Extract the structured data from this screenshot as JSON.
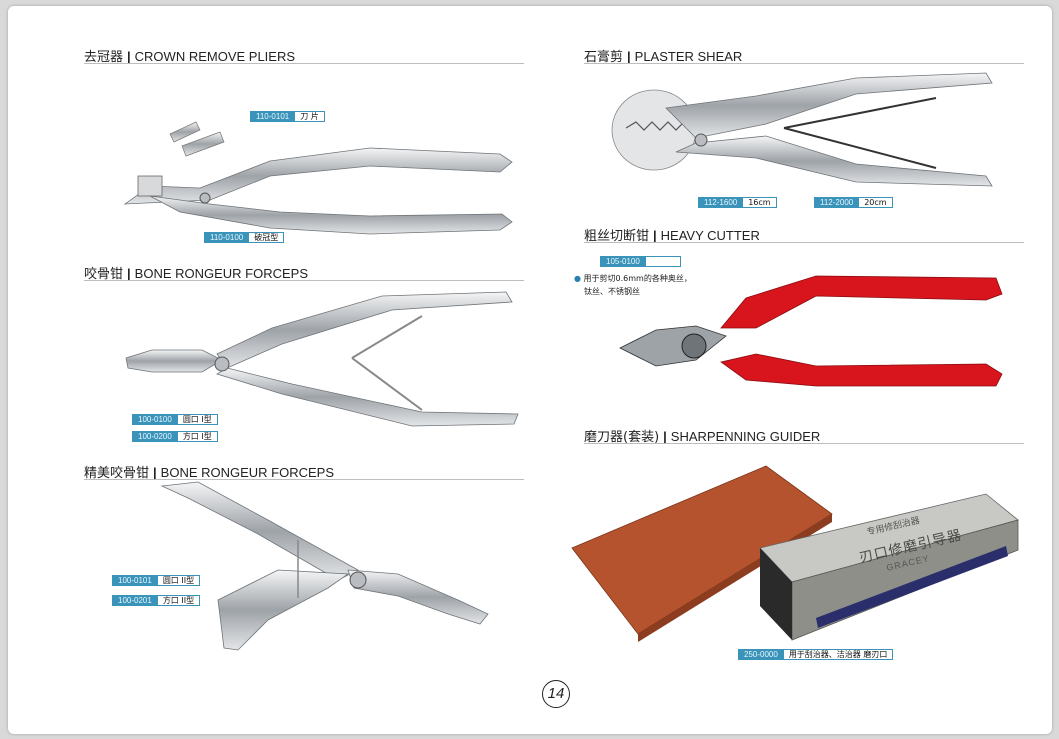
{
  "sections": {
    "crown": {
      "zh": "去冠器",
      "en": "CROWN REMOVE PLIERS",
      "codes": [
        {
          "num": "110-0101",
          "label": "刀 片"
        },
        {
          "num": "110-0100",
          "label": "破冠型"
        }
      ]
    },
    "plaster": {
      "zh": "石膏剪",
      "en": "PLASTER SHEAR",
      "codes": [
        {
          "num": "112-1600",
          "label": "16cm"
        },
        {
          "num": "112-2000",
          "label": "20cm"
        }
      ]
    },
    "rongeur1": {
      "zh": "咬骨钳",
      "en": "BONE RONGEUR FORCEPS",
      "codes": [
        {
          "num": "100-0100",
          "label": "圆口 I型"
        },
        {
          "num": "100-0200",
          "label": "方口 I型"
        }
      ]
    },
    "cutter": {
      "zh": "粗丝切断钳",
      "en": "HEAVY CUTTER",
      "codes": [
        {
          "num": "105-0100",
          "label": ""
        }
      ],
      "note_line1": "用于剪切0.6mm的各种奥丝，",
      "note_line2": "钛丝、不锈钢丝"
    },
    "rongeur2": {
      "zh": "精美咬骨钳",
      "en": "BONE RONGEUR FORCEPS",
      "codes": [
        {
          "num": "100-0101",
          "label": "圆口 II型"
        },
        {
          "num": "100-0201",
          "label": "方口 II型"
        }
      ]
    },
    "sharpen": {
      "zh": "磨刀器(套装)",
      "en": "SHARPENNING GUIDER",
      "codes": [
        {
          "num": "250-0000",
          "label": "用于刮治器、洁治器 磨刃口"
        }
      ],
      "device_text_1": "刃口修磨引导器",
      "device_text_2": "GRACEY",
      "device_text_top": "专用修刮治器"
    }
  },
  "page_number": "14",
  "colors": {
    "accent": "#3a93b8",
    "handle_red": "#d8141c",
    "steel": "#c9ccd0",
    "stone": "#b5532f"
  }
}
